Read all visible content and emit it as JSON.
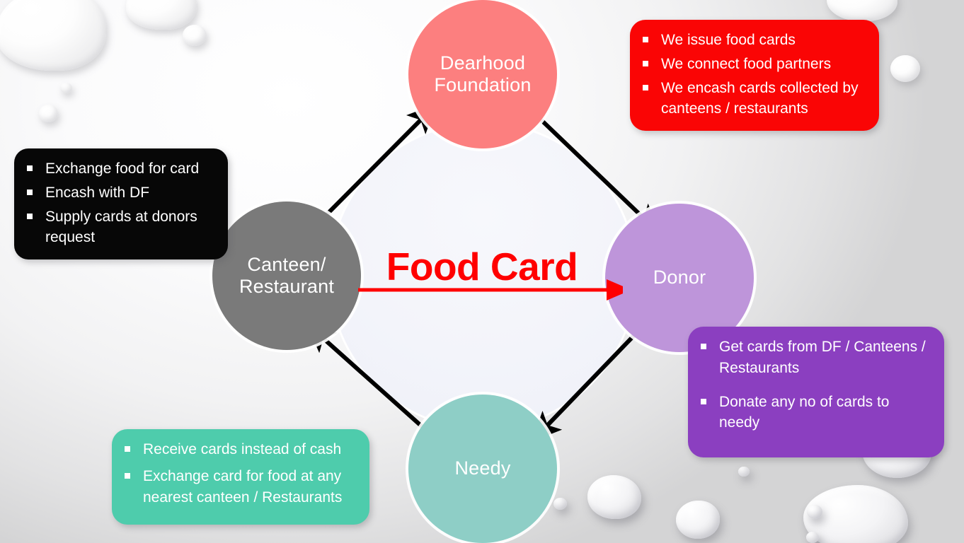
{
  "slide": {
    "center_label": "Food Card",
    "center_arrow_color": "#FF0000"
  },
  "nodes": [
    {
      "id": "dearhood-foundation",
      "label": "Dearhood\nFoundation",
      "label_line1": "Dearhood",
      "label_line2": "Foundation",
      "color": "#FC7F7F"
    },
    {
      "id": "canteen-restaurant",
      "label_line1": "Canteen/",
      "label_line2": "Restaurant",
      "color": "#7A7A7A"
    },
    {
      "id": "donor",
      "label_line1": "Donor",
      "label_line2": "",
      "color": "#BE95DA"
    },
    {
      "id": "needy",
      "label_line1": "Needy",
      "label_line2": "",
      "color": "#8ECEC6"
    }
  ],
  "callouts": {
    "dearhood_foundation": {
      "color": "#FA0505",
      "items": [
        "We issue food cards",
        "We connect food partners",
        "We encash cards collected by canteens / restaurants"
      ]
    },
    "canteen_restaurant": {
      "color": "#070707",
      "items": [
        "Exchange food for card",
        "Encash with DF",
        "Supply cards at donors request"
      ]
    },
    "donor": {
      "color": "#8B3FC0",
      "items": [
        "Get cards from DF / Canteens / Restaurants",
        "Donate any no of cards to needy"
      ]
    },
    "needy": {
      "color": "#4ECCAC",
      "items": [
        "Receive cards instead of cash",
        "Exchange card for food at any nearest canteen / Restaurants"
      ]
    }
  },
  "flow_arrows": [
    {
      "from": "canteen-restaurant",
      "to": "dearhood-foundation"
    },
    {
      "from": "dearhood-foundation",
      "to": "donor"
    },
    {
      "from": "donor",
      "to": "needy"
    },
    {
      "from": "needy",
      "to": "canteen-restaurant"
    },
    {
      "from": "canteen-restaurant",
      "to": "donor",
      "label": "Food Card",
      "color": "#FF0000"
    }
  ]
}
